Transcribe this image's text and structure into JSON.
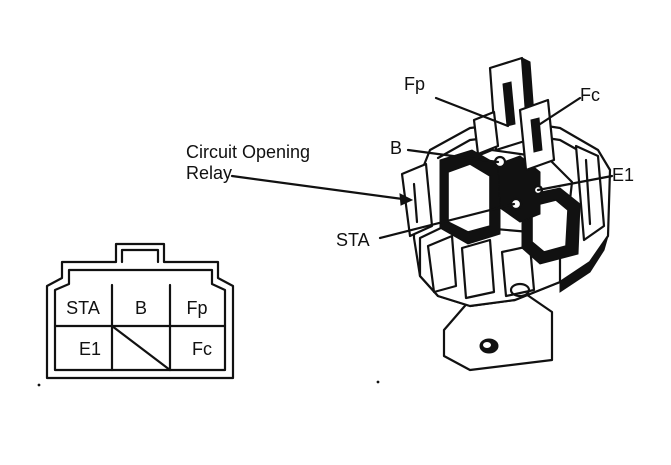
{
  "connector": {
    "cells": {
      "sta": "STA",
      "b": "B",
      "fp": "Fp",
      "e1": "E1",
      "fc": "Fc"
    }
  },
  "relay": {
    "callout": {
      "line1": "Circuit Opening",
      "line2": "Relay"
    },
    "pins": {
      "fp": "Fp",
      "fc": "Fc",
      "b": "B",
      "e1": "E1",
      "sta": "STA"
    }
  }
}
